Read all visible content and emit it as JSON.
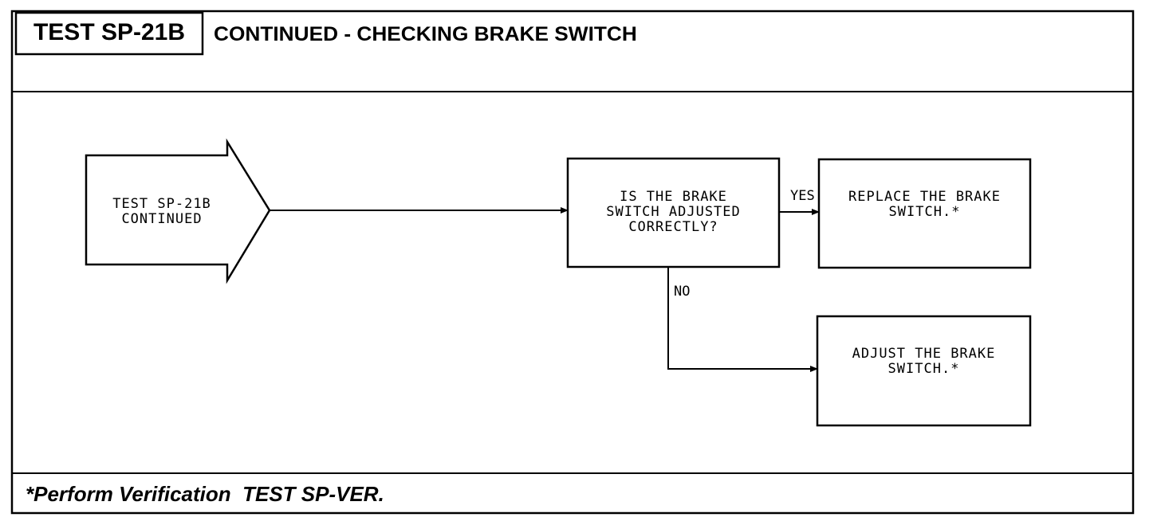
{
  "header": {
    "test_id": "TEST SP-21B",
    "title": "CONTINUED - CHECKING BRAKE SWITCH"
  },
  "flowchart": {
    "start": {
      "text": "TEST SP-21B\nCONTINUED"
    },
    "decision": {
      "text": "IS THE BRAKE\nSWITCH ADJUSTED\nCORRECTLY?"
    },
    "yes_label": "YES",
    "no_label": "NO",
    "yes_result": {
      "text": "REPLACE THE BRAKE\nSWITCH.*"
    },
    "no_result": {
      "text": "ADJUST THE BRAKE\nSWITCH.*"
    }
  },
  "footer": {
    "note": "*Perform Verification  TEST SP-VER."
  }
}
